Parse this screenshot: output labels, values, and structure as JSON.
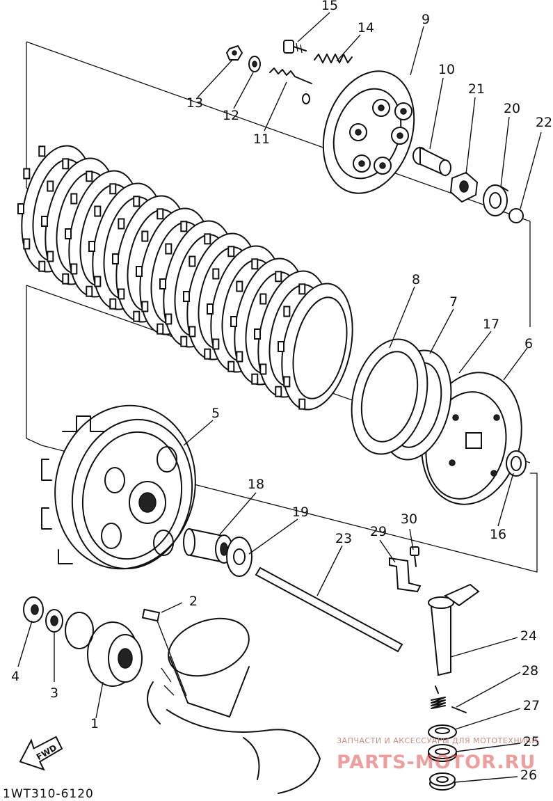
{
  "diagram_code": "1WT310-6120",
  "callouts": [
    {
      "id": "1",
      "label": "1"
    },
    {
      "id": "2",
      "label": "2"
    },
    {
      "id": "3",
      "label": "3"
    },
    {
      "id": "4",
      "label": "4"
    },
    {
      "id": "5",
      "label": "5"
    },
    {
      "id": "6",
      "label": "6"
    },
    {
      "id": "7",
      "label": "7"
    },
    {
      "id": "8",
      "label": "8"
    },
    {
      "id": "9",
      "label": "9"
    },
    {
      "id": "10",
      "label": "10"
    },
    {
      "id": "11",
      "label": "11"
    },
    {
      "id": "12",
      "label": "12"
    },
    {
      "id": "13",
      "label": "13"
    },
    {
      "id": "14",
      "label": "14"
    },
    {
      "id": "15",
      "label": "15"
    },
    {
      "id": "16",
      "label": "16"
    },
    {
      "id": "17",
      "label": "17"
    },
    {
      "id": "18",
      "label": "18"
    },
    {
      "id": "19",
      "label": "19"
    },
    {
      "id": "20",
      "label": "20"
    },
    {
      "id": "21",
      "label": "21"
    },
    {
      "id": "22",
      "label": "22"
    },
    {
      "id": "23",
      "label": "23"
    },
    {
      "id": "24",
      "label": "24"
    },
    {
      "id": "25",
      "label": "25"
    },
    {
      "id": "26",
      "label": "26"
    },
    {
      "id": "27",
      "label": "27"
    },
    {
      "id": "28",
      "label": "28"
    },
    {
      "id": "29",
      "label": "29"
    },
    {
      "id": "30",
      "label": "30"
    }
  ],
  "fwd_label": "FWD",
  "watermark": {
    "tagline": "ЗАПЧАСТИ И АКСЕССУАРЫ ДЛЯ МОТОТЕХНИКИ",
    "brand": "PARTS-MOTOR.RU"
  },
  "colors": {
    "ink": "#111111",
    "background": "#ffffff",
    "watermark": "#e05050"
  }
}
